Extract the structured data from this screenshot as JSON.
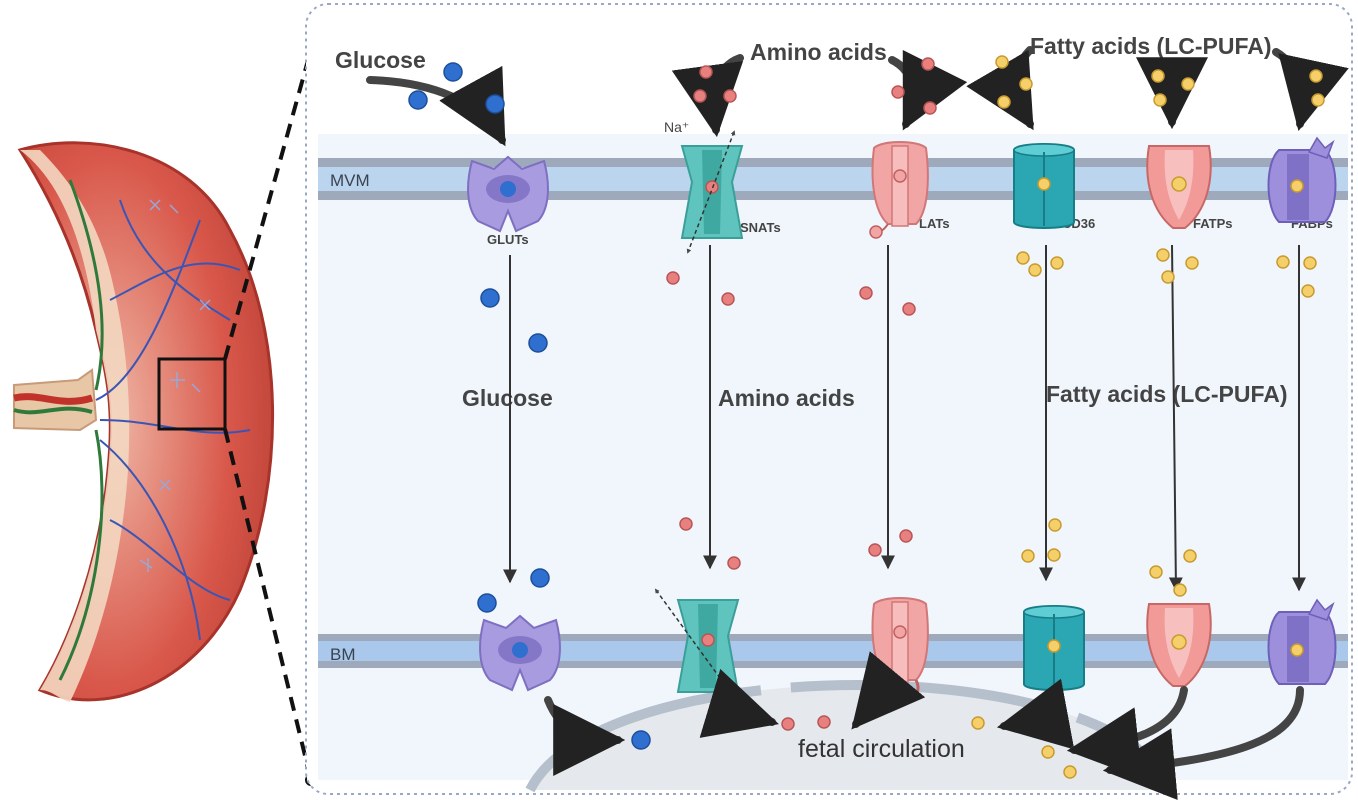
{
  "labels": {
    "glucose_top": "Glucose",
    "amino_top": "Amino acids",
    "fatty_top": "Fatty acids (LC-PUFA)",
    "glucose_mid": "Glucose",
    "amino_mid": "Amino acids",
    "fatty_mid": "Fatty acids (LC-PUFA)",
    "mvm": "MVM",
    "bm": "BM",
    "sodium": "Na⁺",
    "fetal": "fetal circulation"
  },
  "transporters": [
    "GLUTs",
    "SNATs",
    "LATs",
    "CD36",
    "FATPs",
    "FABPs"
  ],
  "colors": {
    "glucose": "#2f6fd0",
    "amino": "#e98080",
    "fatty": "#f5cf6a",
    "glut": "#a99be0",
    "snat": "#5ec4bd",
    "lat": "#f2a5a5",
    "cd36": "#2aa7b2",
    "fatp": "#f29a98",
    "fabp": "#9d8fdc",
    "membrane": "#b9d3ee",
    "arrow": "#444444"
  }
}
